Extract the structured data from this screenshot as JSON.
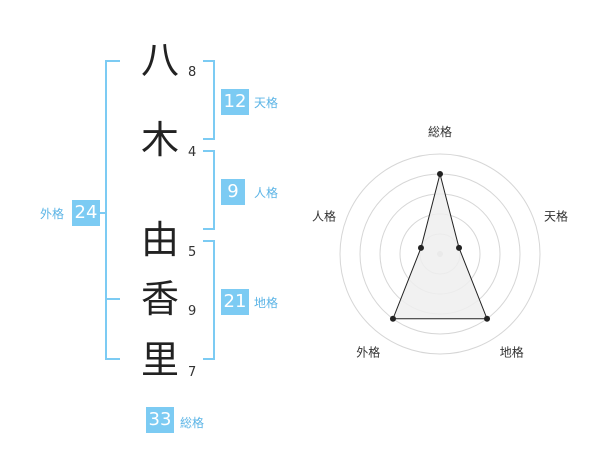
{
  "name": {
    "characters": [
      {
        "char": "八",
        "strokes": "8"
      },
      {
        "char": "木",
        "strokes": "4"
      },
      {
        "char": "由",
        "strokes": "5"
      },
      {
        "char": "香",
        "strokes": "9"
      },
      {
        "char": "里",
        "strokes": "7"
      }
    ]
  },
  "fortune": {
    "tenkaku": {
      "value": "12",
      "label": "天格"
    },
    "jinkaku": {
      "value": "9",
      "label": "人格"
    },
    "chikaku": {
      "value": "21",
      "label": "地格"
    },
    "gaikaku": {
      "value": "24",
      "label": "外格"
    },
    "soukaku": {
      "value": "33",
      "label": "総格"
    }
  },
  "chart_data": {
    "type": "radar",
    "axes": [
      "総格",
      "天格",
      "地格",
      "外格",
      "人格"
    ],
    "values": [
      4,
      1,
      4,
      4,
      1
    ],
    "rmax": 5,
    "rings": 5,
    "colors": {
      "fill": "#eeeeee",
      "line": "#222222",
      "grid": "#d6d6d6"
    }
  },
  "colors": {
    "accent": "#7ccbf3",
    "accent_text": "#5bb4e6"
  }
}
